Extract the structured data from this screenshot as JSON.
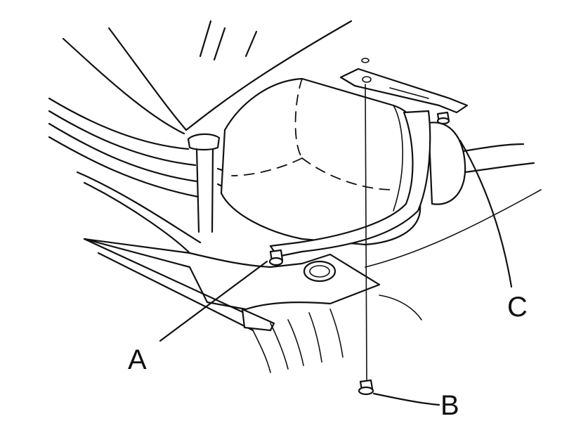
{
  "callouts": {
    "a": "A",
    "b": "B",
    "c": "C"
  },
  "colors": {
    "line": "#111111",
    "background": "#ffffff"
  }
}
